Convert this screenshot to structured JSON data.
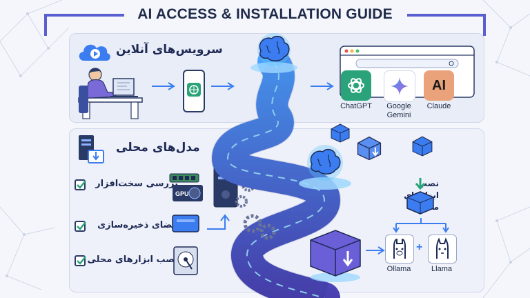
{
  "title": "AI ACCESS & INSTALLATION GUIDE",
  "online": {
    "heading": "سرویس‌های آنلاین",
    "services": [
      {
        "name": "ChatGPT",
        "color": "#2aa37a",
        "icon": "openai-knot-icon"
      },
      {
        "name": "Google Gemini",
        "color": "#ffffff",
        "icon": "gemini-star-icon"
      },
      {
        "name": "Claude",
        "color": "#e9a27a",
        "icon": "anthropic-ai-icon"
      }
    ],
    "claude_glyph": "AI"
  },
  "local": {
    "heading": "مدل‌های محلی",
    "checklist": [
      "بررسی سخت‌افزار",
      "فضای ذخیره‌سازی",
      "نصب ابزارهای محلی"
    ],
    "gpu_label": "GPU",
    "install_tools_label": "نصب ابزارهای محلی",
    "tools": [
      {
        "name": "Ollama",
        "icon": "ollama-llama-icon"
      },
      {
        "name": "Llama",
        "icon": "llama-icon"
      }
    ],
    "plus": "+"
  },
  "colors": {
    "accent_blue": "#3b7df0",
    "road_purple": "#5b5fd6",
    "navy": "#1e2a55",
    "panel_bg": "#e9edf7"
  }
}
